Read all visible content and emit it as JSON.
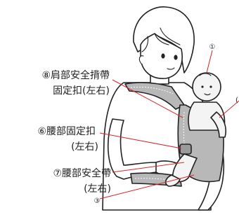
{
  "labels": {
    "shoulder_buckle_line1": "⑧肩部安全揹帶",
    "shoulder_buckle_line2": "固定扣(左右)",
    "waist_buckle_line1": "⑥腰部固定扣",
    "waist_buckle_line2": "(左右)",
    "waist_belt_line1": "⑦腰部安全帶",
    "waist_belt_line2": "(左右)",
    "marker_baby": "①",
    "marker_bottom": "③",
    "marker_right_partial": "("
  },
  "colors": {
    "callout": "#d9262c",
    "carrier_fill": "#b8b8b8",
    "carrier_dark": "#9a9a9a",
    "baby_fill": "#f4f4f4",
    "ink": "#222222"
  }
}
